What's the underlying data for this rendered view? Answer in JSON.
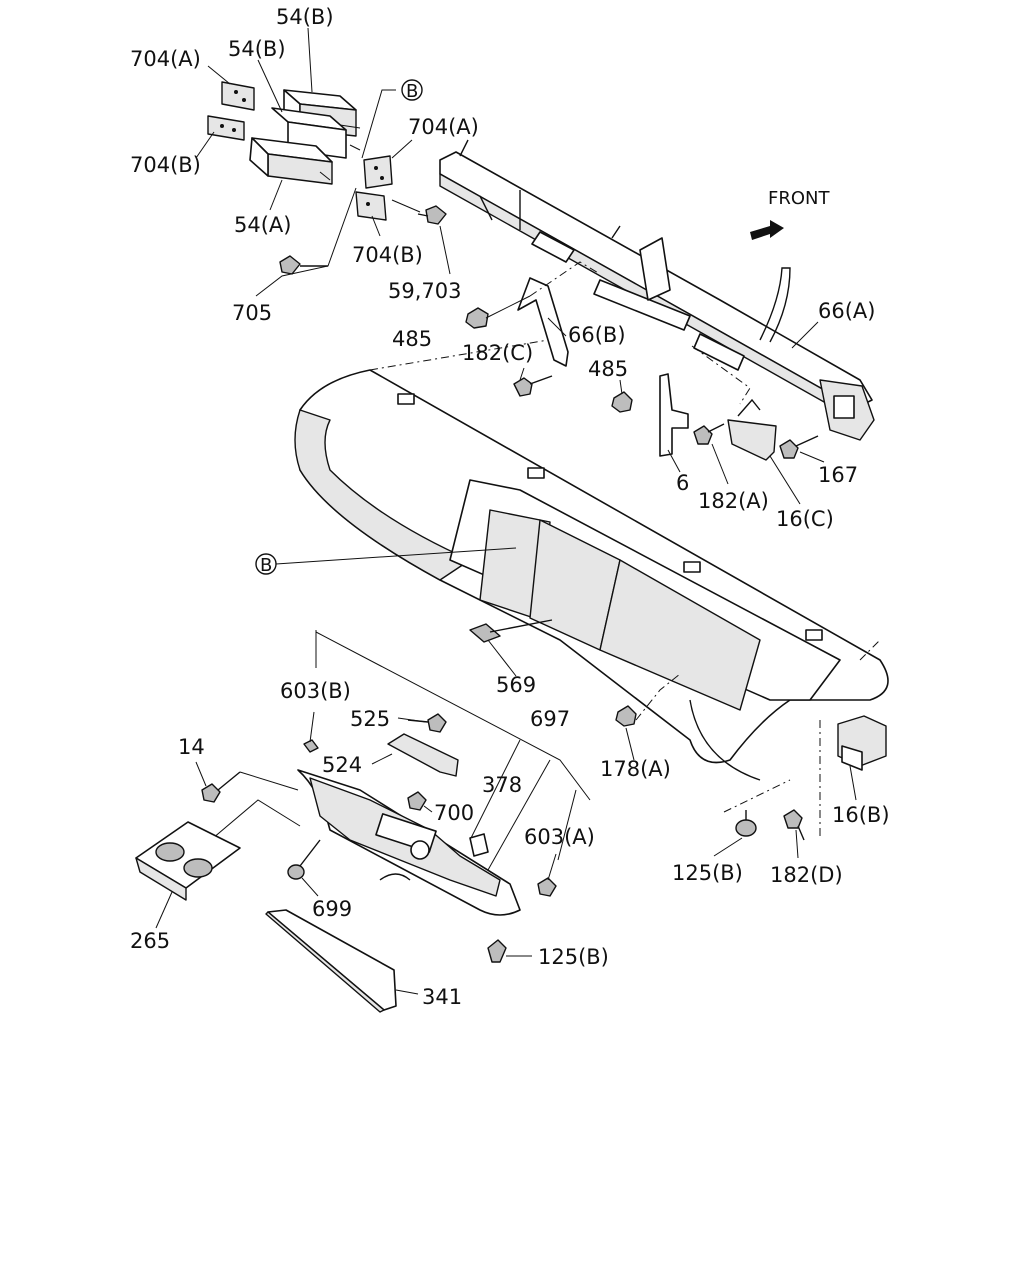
{
  "front_label": "FRONT",
  "callouts": {
    "l54b_top": "54(B)",
    "l54b_2": "54(B)",
    "l704a_left": "704(A)",
    "l704b_left": "704(B)",
    "l54a": "54(A)",
    "lB_top": "B",
    "l704a_right": "704(A)",
    "l704b_right": "704(B)",
    "l59_703": "59,703",
    "l705": "705",
    "l485_left": "485",
    "l66b": "66(B)",
    "l182c": "182(C)",
    "l66a": "66(A)",
    "l485_right": "485",
    "l6": "6",
    "l182a": "182(A)",
    "l167": "167",
    "l16c": "16(C)",
    "lB_mid": "B",
    "l569": "569",
    "l603b": "603(B)",
    "l525": "525",
    "l697": "697",
    "l14": "14",
    "l524": "524",
    "l378": "378",
    "l700": "700",
    "l178a": "178(A)",
    "l603a": "603(A)",
    "l699": "699",
    "l265": "265",
    "l125b_bottom": "125(B)",
    "l341": "341",
    "l125b_right": "125(B)",
    "l182d": "182(D)",
    "l16b": "16(B)"
  }
}
